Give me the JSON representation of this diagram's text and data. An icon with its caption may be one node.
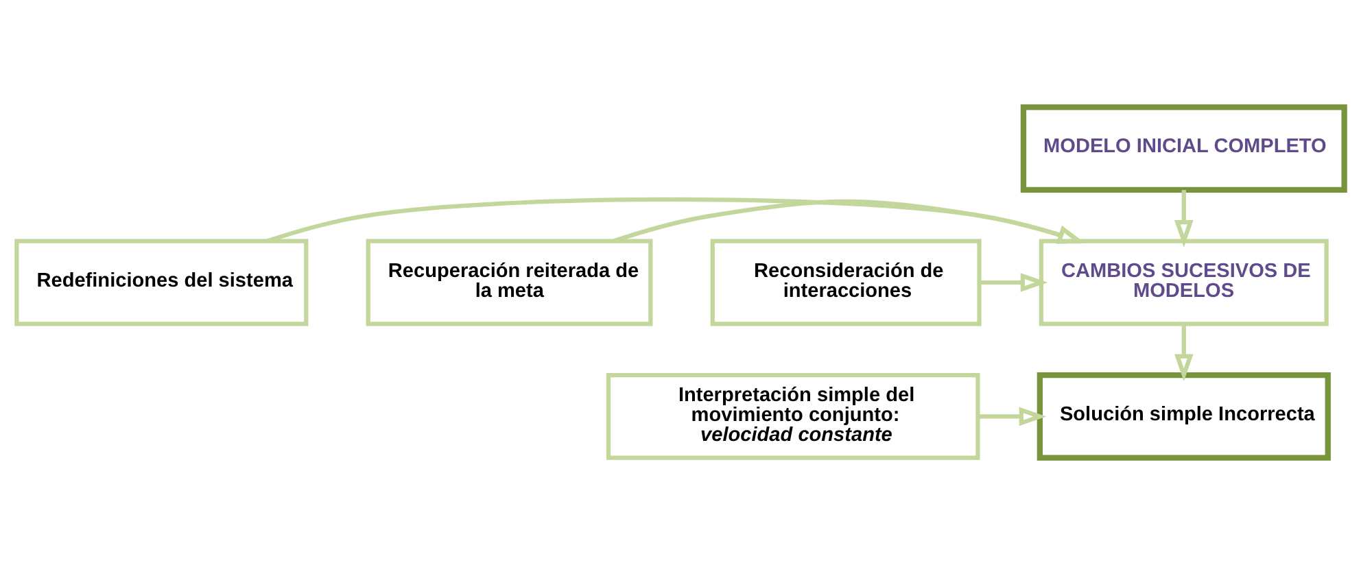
{
  "diagram": {
    "nodes": [
      {
        "text": [
          "MODELO INICIAL COMPLETO"
        ]
      },
      {
        "text": [
          "Redefiniciones del sistema"
        ]
      },
      {
        "text": [
          "CAMBIOS SUCESIVOS DE MODELOS"
        ]
      },
      {
        "text": [
          "Recuperación reiterada de la meta"
        ]
      },
      {
        "text": [
          "Reconsideración de interacciones"
        ]
      },
      {
        "text": [
          "Solución simple Incorrecta"
        ]
      },
      {
        "text": [
          "Interpretación simple del movimiento conjunto: *velocidad constante*"
        ]
      }
    ],
    "edges": [
      {
        "from": 0,
        "to": 2,
        "arrow": "to"
      },
      {
        "from": 1,
        "to": 2,
        "arrow": "to"
      },
      {
        "from": 4,
        "to": 2,
        "arrow": "to"
      },
      {
        "from": 3,
        "to": 2,
        "arrow": "to"
      },
      {
        "from": 2,
        "to": 5,
        "arrow": "to"
      },
      {
        "from": 6,
        "to": 5,
        "arrow": "to"
      }
    ]
  }
}
